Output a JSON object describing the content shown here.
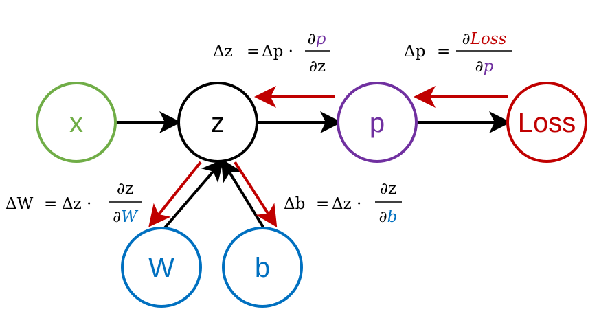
{
  "colors": {
    "x": "#70ad47",
    "z": "#000000",
    "p": "#7030a0",
    "loss": "#c00000",
    "param": "#0070c0",
    "forward_arrow": "#000000",
    "backward_arrow": "#c00000"
  },
  "nodes": {
    "x": "x",
    "z": "z",
    "p": "p",
    "loss": "Loss",
    "w": "W",
    "b": "b"
  },
  "formulas": {
    "dz": {
      "lhs": "Δz",
      "eq": "=",
      "rhs_prefix": "Δp ·",
      "num_d": "∂",
      "num_var": "p",
      "den": "∂z"
    },
    "dp": {
      "lhs": "Δp",
      "eq": "=",
      "num_d": "∂",
      "num_var": "Loss",
      "den_d": "∂",
      "den_var": "p"
    },
    "dw": {
      "lhs": "ΔW",
      "eq": "=",
      "rhs_prefix": "Δz ·",
      "num": "∂z",
      "den_d": "∂",
      "den_var": "W"
    },
    "db": {
      "lhs": "Δb",
      "eq": "=",
      "rhs_prefix": "Δz ·",
      "num": "∂z",
      "den_d": "∂",
      "den_var": "b"
    }
  }
}
